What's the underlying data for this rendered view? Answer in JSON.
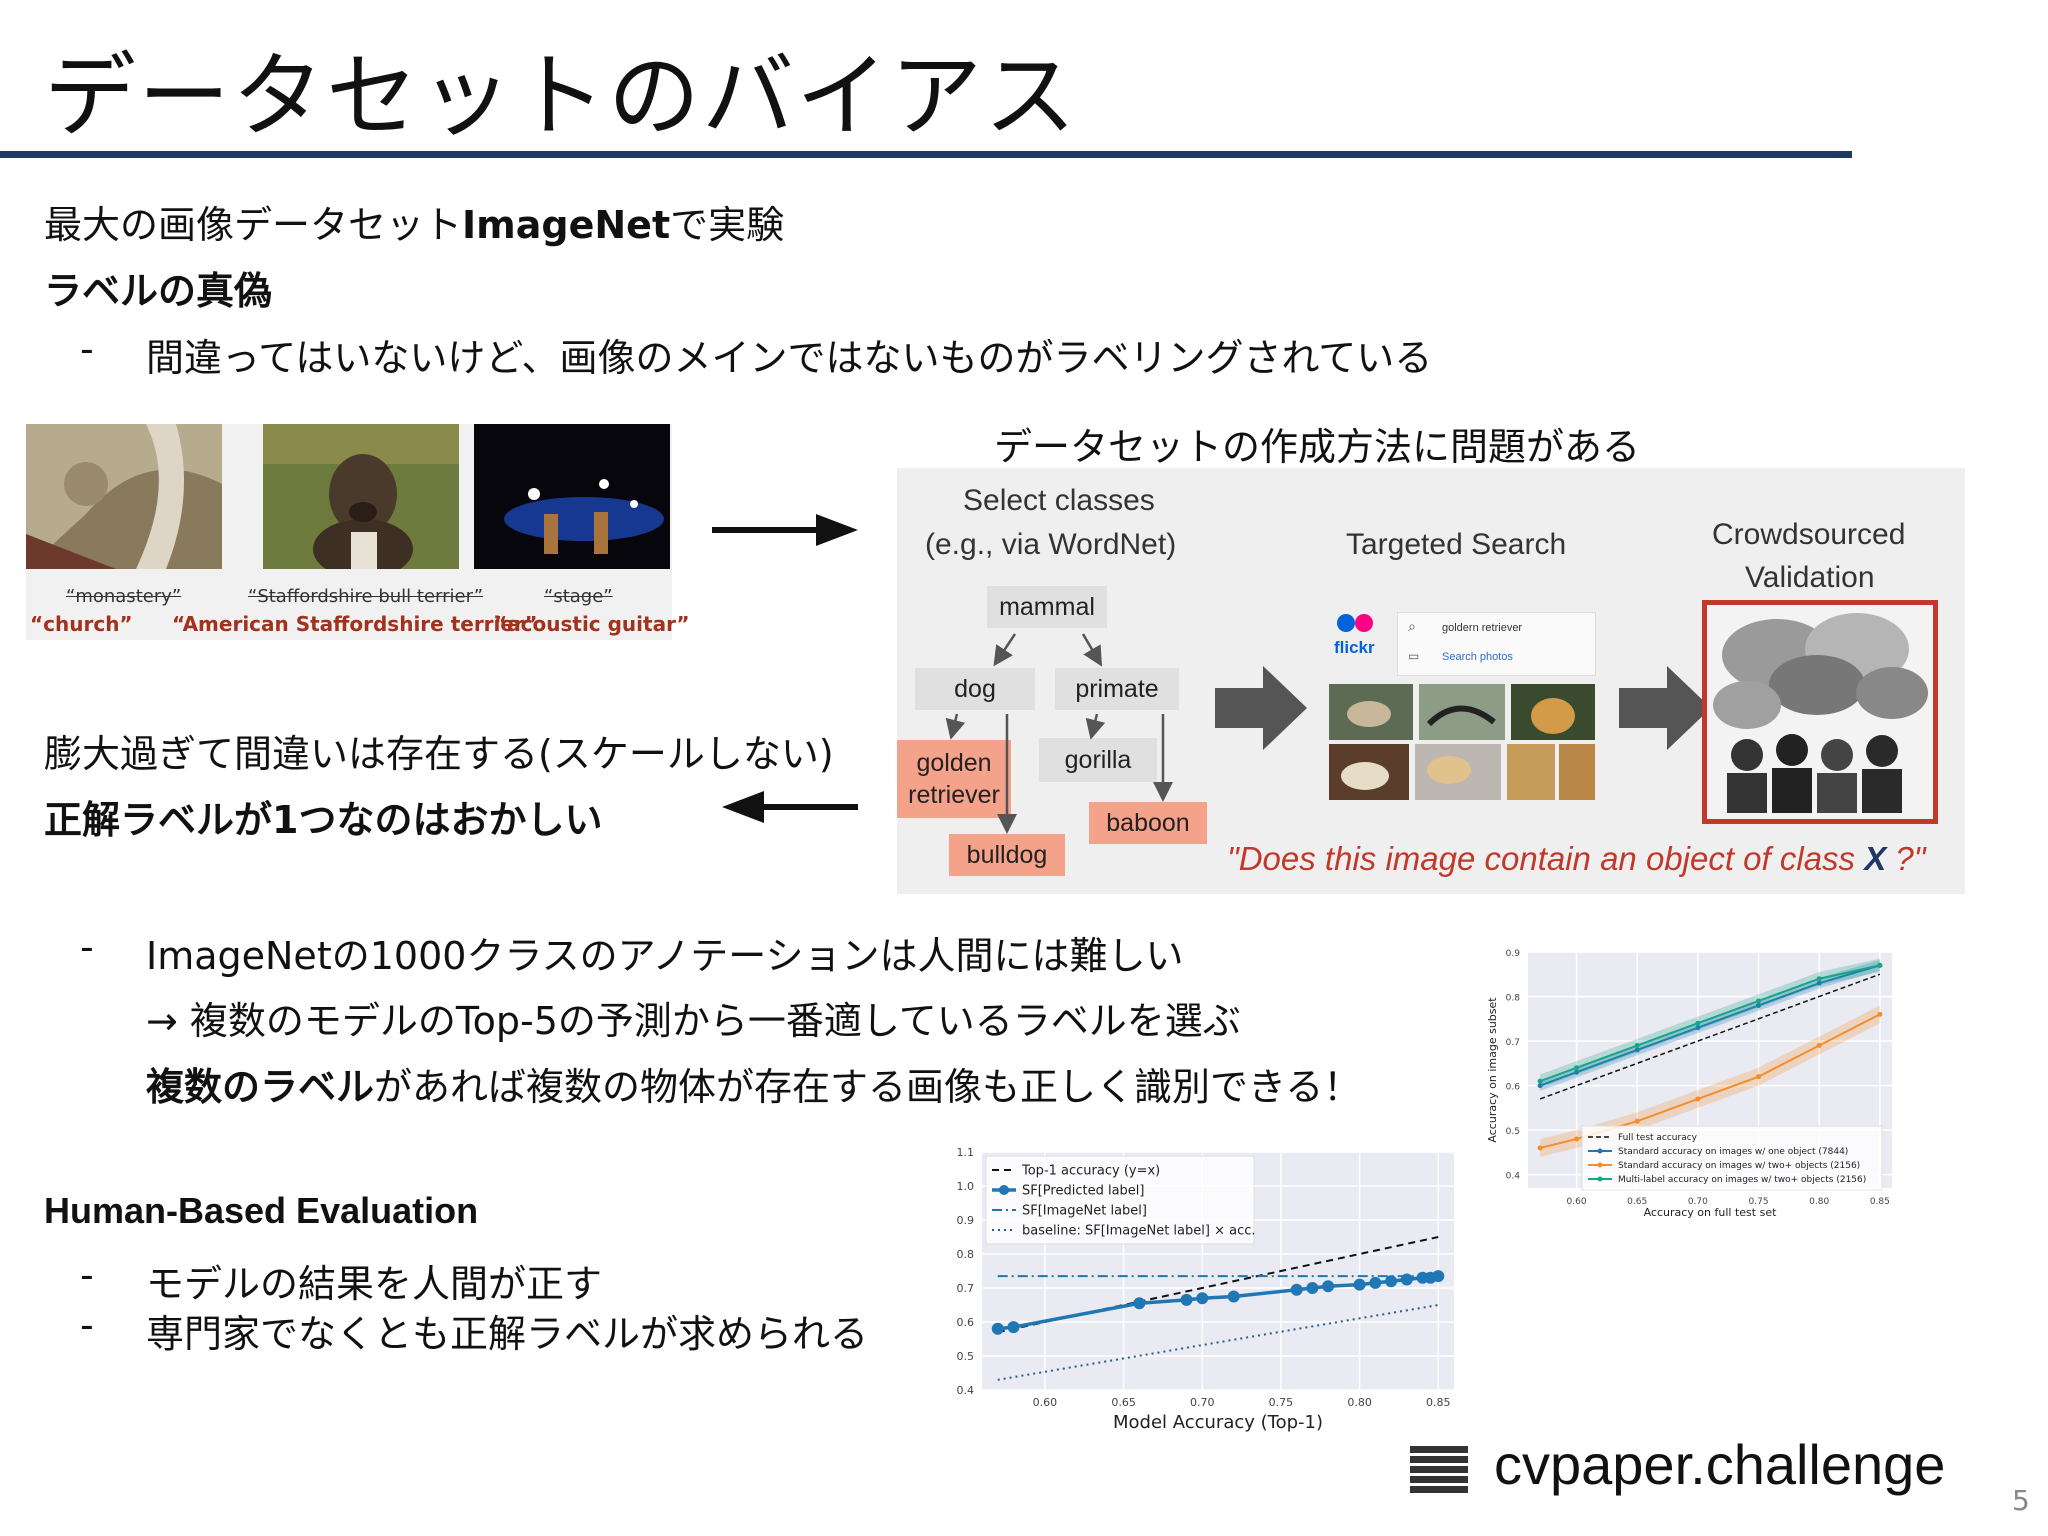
{
  "title": "データセットのバイアス",
  "intro": {
    "line1_pre": "最大の画像データセット",
    "line1_bold": "ImageNet",
    "line1_post": "で実験",
    "heading": "ラベルの真偽",
    "bullet1": "間違ってはいないけど、画像のメインではないものがラベリングされている"
  },
  "examples": [
    {
      "old": "“monastery”",
      "new": "“church”"
    },
    {
      "old": "“Staffordshire bull terrier”",
      "new": "“American Staffordshire terrier”"
    },
    {
      "old": "“stage”",
      "new": "“acoustic guitar”"
    }
  ],
  "pipeline": {
    "caption": "データセットの作成方法に問題がある",
    "select_line1": "Select classes",
    "select_line2": "(e.g., via WordNet)",
    "targeted": "Targeted Search",
    "crowd_line1": "Crowdsourced",
    "crowd_line2": "Validation",
    "nodes": {
      "mammal": "mammal",
      "dog": "dog",
      "primate": "primate",
      "golden_l1": "golden",
      "golden_l2": "retriever",
      "gorilla": "gorilla",
      "baboon": "baboon",
      "bulldog": "bulldog"
    },
    "search_query": "goldern retriever",
    "search_photos": "Search photos",
    "flickr": "flickr",
    "question_pre": "\"Does this image contain an object of class ",
    "question_x": "X",
    "question_post": " ?\""
  },
  "scale": {
    "line1": "膨大過ぎて間違いは存在する(スケールしない)",
    "line2": "正解ラベルが1つなのはおかしい"
  },
  "annotation": {
    "bullet": "ImageNetの1000クラスのアノテーションは人間には難しい",
    "arrow_line": "→  複数のモデルのTop-5の予測から一番適しているラベルを選ぶ",
    "multi_bold": "複数のラベル",
    "multi_rest": "があれば複数の物体が存在する画像も正しく識別できる！"
  },
  "human": {
    "heading": "Human-Based Evaluation",
    "b1": "モデルの結果を人間が正す",
    "b2": "専門家でなくとも正解ラベルが求められる"
  },
  "footer": {
    "logo": "cvpaper.challenge",
    "page": "5"
  },
  "colors": {
    "rule": "#1f3864",
    "blue_series": "#1f77b4",
    "orange_series": "#f28e2b",
    "green_series": "#17a589",
    "salmon": "#f4a289",
    "red_box": "#c0392b"
  },
  "chart_data": [
    {
      "type": "line",
      "title": "",
      "xlabel": "Model Accuracy (Top-1)",
      "ylabel": "",
      "xlim": [
        0.56,
        0.86
      ],
      "ylim": [
        0.4,
        1.1
      ],
      "xticks": [
        "0.60",
        "0.65",
        "0.70",
        "0.75",
        "0.80",
        "0.85"
      ],
      "yticks": [
        "0.4",
        "0.5",
        "0.6",
        "0.7",
        "0.8",
        "0.9",
        "1.0",
        "1.1"
      ],
      "legend_position": "top-left",
      "series": [
        {
          "name": "Top-1 accuracy (y=x)",
          "style": "dashed",
          "x": [
            0.57,
            0.85
          ],
          "y": [
            0.57,
            0.85
          ]
        },
        {
          "name": "SF[Predicted label]",
          "style": "solid-markers",
          "x": [
            0.57,
            0.58,
            0.66,
            0.69,
            0.7,
            0.72,
            0.76,
            0.77,
            0.78,
            0.8,
            0.81,
            0.82,
            0.83,
            0.84,
            0.845,
            0.85
          ],
          "y": [
            0.58,
            0.585,
            0.655,
            0.665,
            0.67,
            0.675,
            0.695,
            0.7,
            0.705,
            0.71,
            0.715,
            0.72,
            0.725,
            0.73,
            0.73,
            0.735
          ]
        },
        {
          "name": "SF[ImageNet label]",
          "style": "dashdot",
          "x": [
            0.57,
            0.85
          ],
          "y": [
            0.735,
            0.735
          ]
        },
        {
          "name": "baseline: SF[ImageNet label] × acc.",
          "style": "dotted",
          "x": [
            0.57,
            0.85
          ],
          "y": [
            0.43,
            0.65
          ]
        }
      ]
    },
    {
      "type": "line",
      "title": "",
      "xlabel": "Accuracy on full test set",
      "ylabel": "Accuracy on image subset",
      "xlim": [
        0.56,
        0.86
      ],
      "ylim": [
        0.37,
        0.9
      ],
      "xticks": [
        "0.60",
        "0.65",
        "0.70",
        "0.75",
        "0.80",
        "0.85"
      ],
      "yticks": [
        "0.4",
        "0.5",
        "0.6",
        "0.7",
        "0.8",
        "0.9"
      ],
      "legend_position": "bottom-left",
      "series": [
        {
          "name": "Full test accuracy",
          "style": "dashed",
          "x": [
            0.57,
            0.85
          ],
          "y": [
            0.57,
            0.85
          ]
        },
        {
          "name": "Standard accuracy on images w/ one object (7844)",
          "x": [
            0.57,
            0.6,
            0.65,
            0.7,
            0.75,
            0.8,
            0.85
          ],
          "y": [
            0.6,
            0.63,
            0.68,
            0.73,
            0.78,
            0.83,
            0.87
          ]
        },
        {
          "name": "Standard accuracy on images w/ two+ objects (2156)",
          "x": [
            0.57,
            0.6,
            0.65,
            0.7,
            0.75,
            0.8,
            0.85
          ],
          "y": [
            0.46,
            0.48,
            0.52,
            0.57,
            0.62,
            0.69,
            0.76
          ]
        },
        {
          "name": "Multi-label accuracy on images w/ two+ objects (2156)",
          "x": [
            0.57,
            0.6,
            0.65,
            0.7,
            0.75,
            0.8,
            0.85
          ],
          "y": [
            0.61,
            0.64,
            0.69,
            0.74,
            0.79,
            0.84,
            0.87
          ]
        }
      ]
    }
  ]
}
